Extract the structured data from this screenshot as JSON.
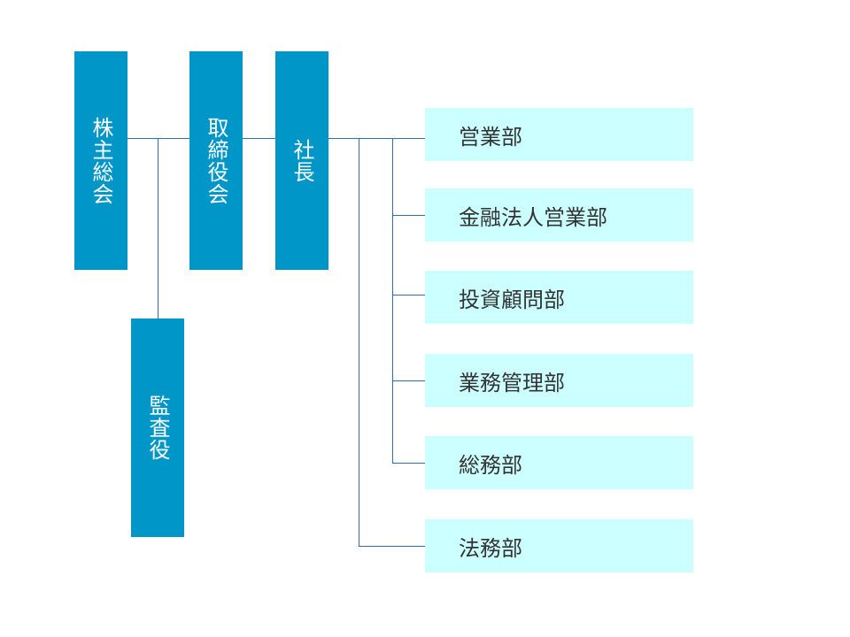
{
  "org_chart": {
    "shareholders_meeting": "株主総会",
    "board_of_directors": "取締役会",
    "president": "社長",
    "auditor": "監査役",
    "departments": [
      "営業部",
      "金融法人営業部",
      "投資顧問部",
      "業務管理部",
      "総務部",
      "法務部"
    ]
  },
  "colors": {
    "executive_box": "#0096c8",
    "department_box": "#ccffff",
    "connector": "#2e6fae",
    "department_text": "#333333"
  }
}
